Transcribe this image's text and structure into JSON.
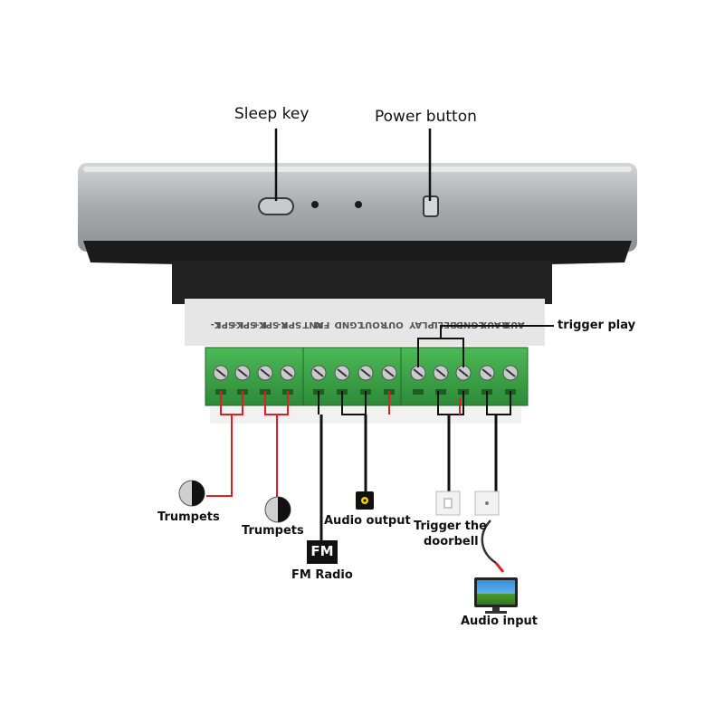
{
  "labels": {
    "sleep_key": "Sleep key",
    "power_button": "Power button",
    "trigger_play": "trigger play",
    "trumpets_1": "Trumpets",
    "trumpets_2": "Trumpets",
    "audio_output": "Audio output",
    "fm_badge": "FM",
    "fm_radio": "FM Radio",
    "trigger_doorbell_line1": "Trigger the",
    "trigger_doorbell_line2": "doorbell",
    "audio_input": "Audio input"
  },
  "terminal_labels": [
    [
      "SPK",
      "L-"
    ],
    [
      "SPK",
      "L+"
    ],
    [
      "SPK",
      "R+"
    ],
    [
      "SPK",
      "R-"
    ],
    [
      "FM",
      "ANT"
    ],
    [
      "GND",
      ""
    ],
    [
      "OUT",
      "L"
    ],
    [
      "OUT",
      "R"
    ],
    [
      "PLAY",
      ""
    ],
    [
      "BELL",
      ""
    ],
    [
      "GND",
      ""
    ],
    [
      "AUX",
      "L"
    ],
    [
      "AUX",
      "R"
    ]
  ],
  "colors": {
    "terminal_green": "#3fa84a",
    "wire_red": "#e02020",
    "wire_black": "#111111",
    "device_silver": "#a9acaf",
    "device_dark": "#1c1c1c"
  },
  "icons": {
    "speaker": "speaker-icon",
    "audio_jack": "audio-jack-icon",
    "switch": "wall-switch-icon",
    "monitor": "monitor-icon"
  }
}
